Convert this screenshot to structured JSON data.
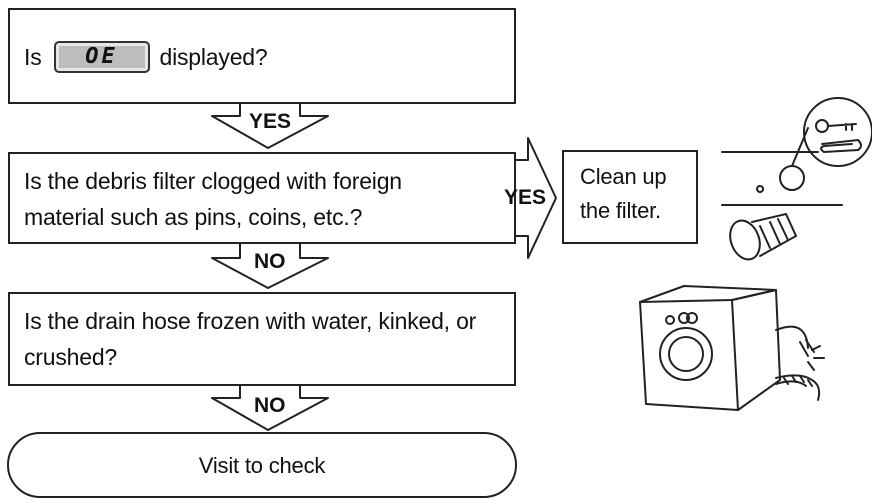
{
  "steps": {
    "q1": {
      "before": "Is",
      "code": "OE",
      "after": "displayed?"
    },
    "q2": {
      "line1": "Is the debris filter clogged with foreign",
      "line2": "material such as pins, coins, etc.?"
    },
    "q3": {
      "line1": "Is the drain hose frozen with water, kinked, or",
      "line2": "crushed?"
    },
    "action": {
      "line1": "Clean up",
      "line2": "the filter."
    },
    "end": "Visit to check"
  },
  "labels": {
    "yes_1": "YES",
    "yes_2": "YES",
    "no_1": "NO",
    "no_2": "NO"
  }
}
